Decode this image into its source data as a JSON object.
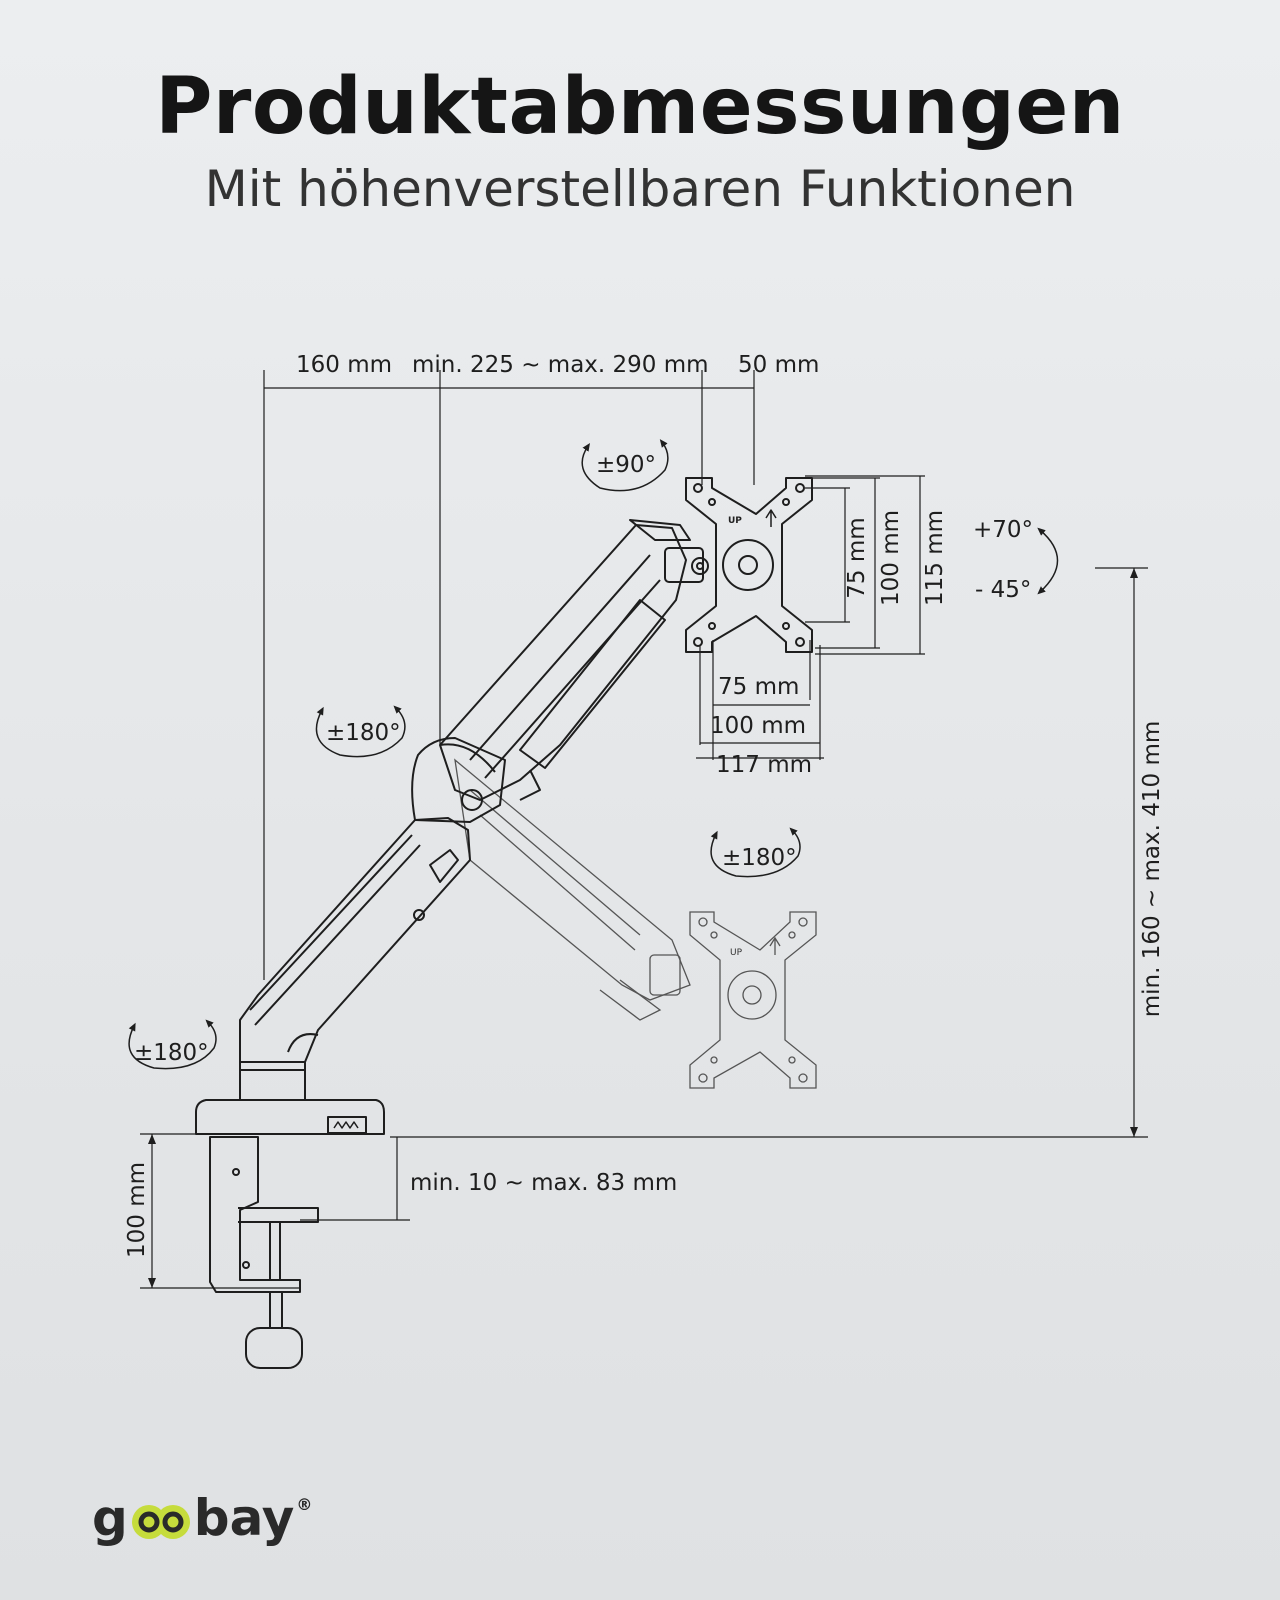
{
  "header": {
    "title": "Produktabmessungen",
    "subtitle": "Mit höhenverstellbaren Funktionen"
  },
  "dimensions": {
    "top_base_offset": "160 mm",
    "top_arm_reach": "min. 225 ~ max. 290 mm",
    "top_plate_offset": "50 mm",
    "vesa_vertical_small": "75 mm",
    "vesa_vertical_large": "100 mm",
    "plate_height": "115 mm",
    "vesa_horizontal_small": "75 mm",
    "vesa_horizontal_large": "100 mm",
    "plate_width": "117 mm",
    "height_range": "min. 160 ~ max. 410 mm",
    "clamp_thickness": "min. 10 ~ max. 83 mm",
    "clamp_depth": "100 mm"
  },
  "rotations": {
    "plate_rotation": "±90°",
    "tilt_up": "+70°",
    "tilt_down": "- 45°",
    "upper_joint_swivel": "±180°",
    "head_swivel": "±180°",
    "base_swivel": "±180°"
  },
  "plate_marks": {
    "up_label": "UP"
  },
  "brand": {
    "logo_left": "g",
    "logo_right": "bay",
    "logo_mark": "®",
    "logo_accent": "#c6dc3c",
    "logo_dark": "#2a2a2a"
  },
  "colors": {
    "background": "#e6e8ea",
    "line": "#1e1e1e",
    "ghost_line": "#555555"
  }
}
